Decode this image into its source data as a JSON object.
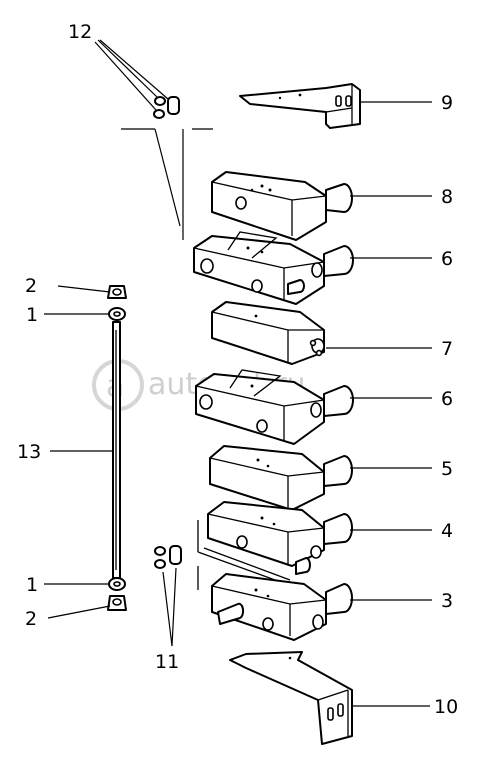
{
  "watermark": "autoopt.ru",
  "callouts": {
    "c1a": "1",
    "c1b": "1",
    "c2a": "2",
    "c2b": "2",
    "c3": "3",
    "c4": "4",
    "c5": "5",
    "c6a": "6",
    "c6b": "6",
    "c7": "7",
    "c8": "8",
    "c9": "9",
    "c10": "10",
    "c11": "11",
    "c12": "12",
    "c13": "13"
  }
}
